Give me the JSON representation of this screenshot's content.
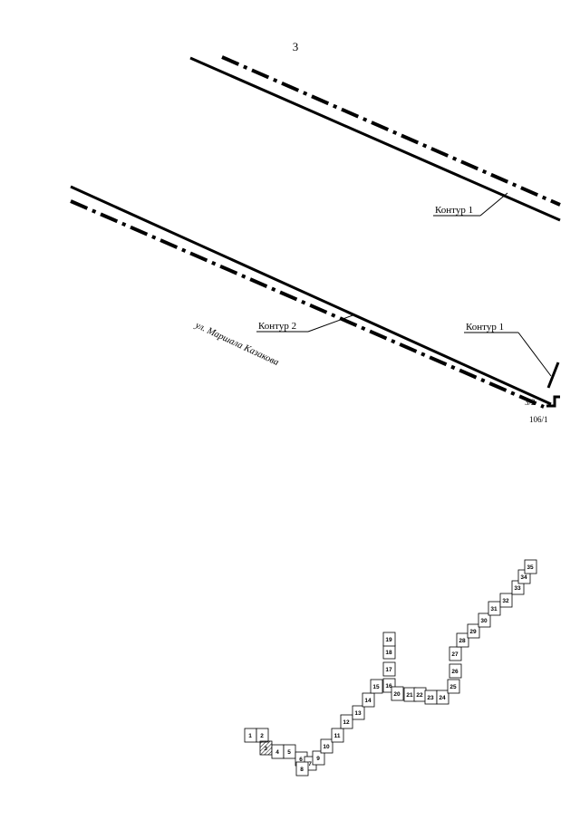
{
  "page": {
    "number": "3"
  },
  "labels": {
    "kontur1_top": "Контур 1",
    "kontur2": "Контур 2",
    "kontur1_bottom": "Контур 1",
    "street": "ул. Маршала Казакова",
    "num_a": "3/2",
    "num_b": "106/1"
  },
  "tiles": {
    "labels": [
      "1",
      "2",
      "3",
      "4",
      "5",
      "6",
      "7",
      "8",
      "9",
      "10",
      "11",
      "12",
      "13",
      "14",
      "15",
      "16",
      "17",
      "18",
      "19",
      "20",
      "21",
      "22",
      "23",
      "24",
      "25",
      "26",
      "27",
      "28",
      "29",
      "30",
      "31",
      "32",
      "33",
      "34",
      "35"
    ],
    "hatched_index": 2
  },
  "colors": {
    "ink": "#000000",
    "paper": "#ffffff"
  }
}
